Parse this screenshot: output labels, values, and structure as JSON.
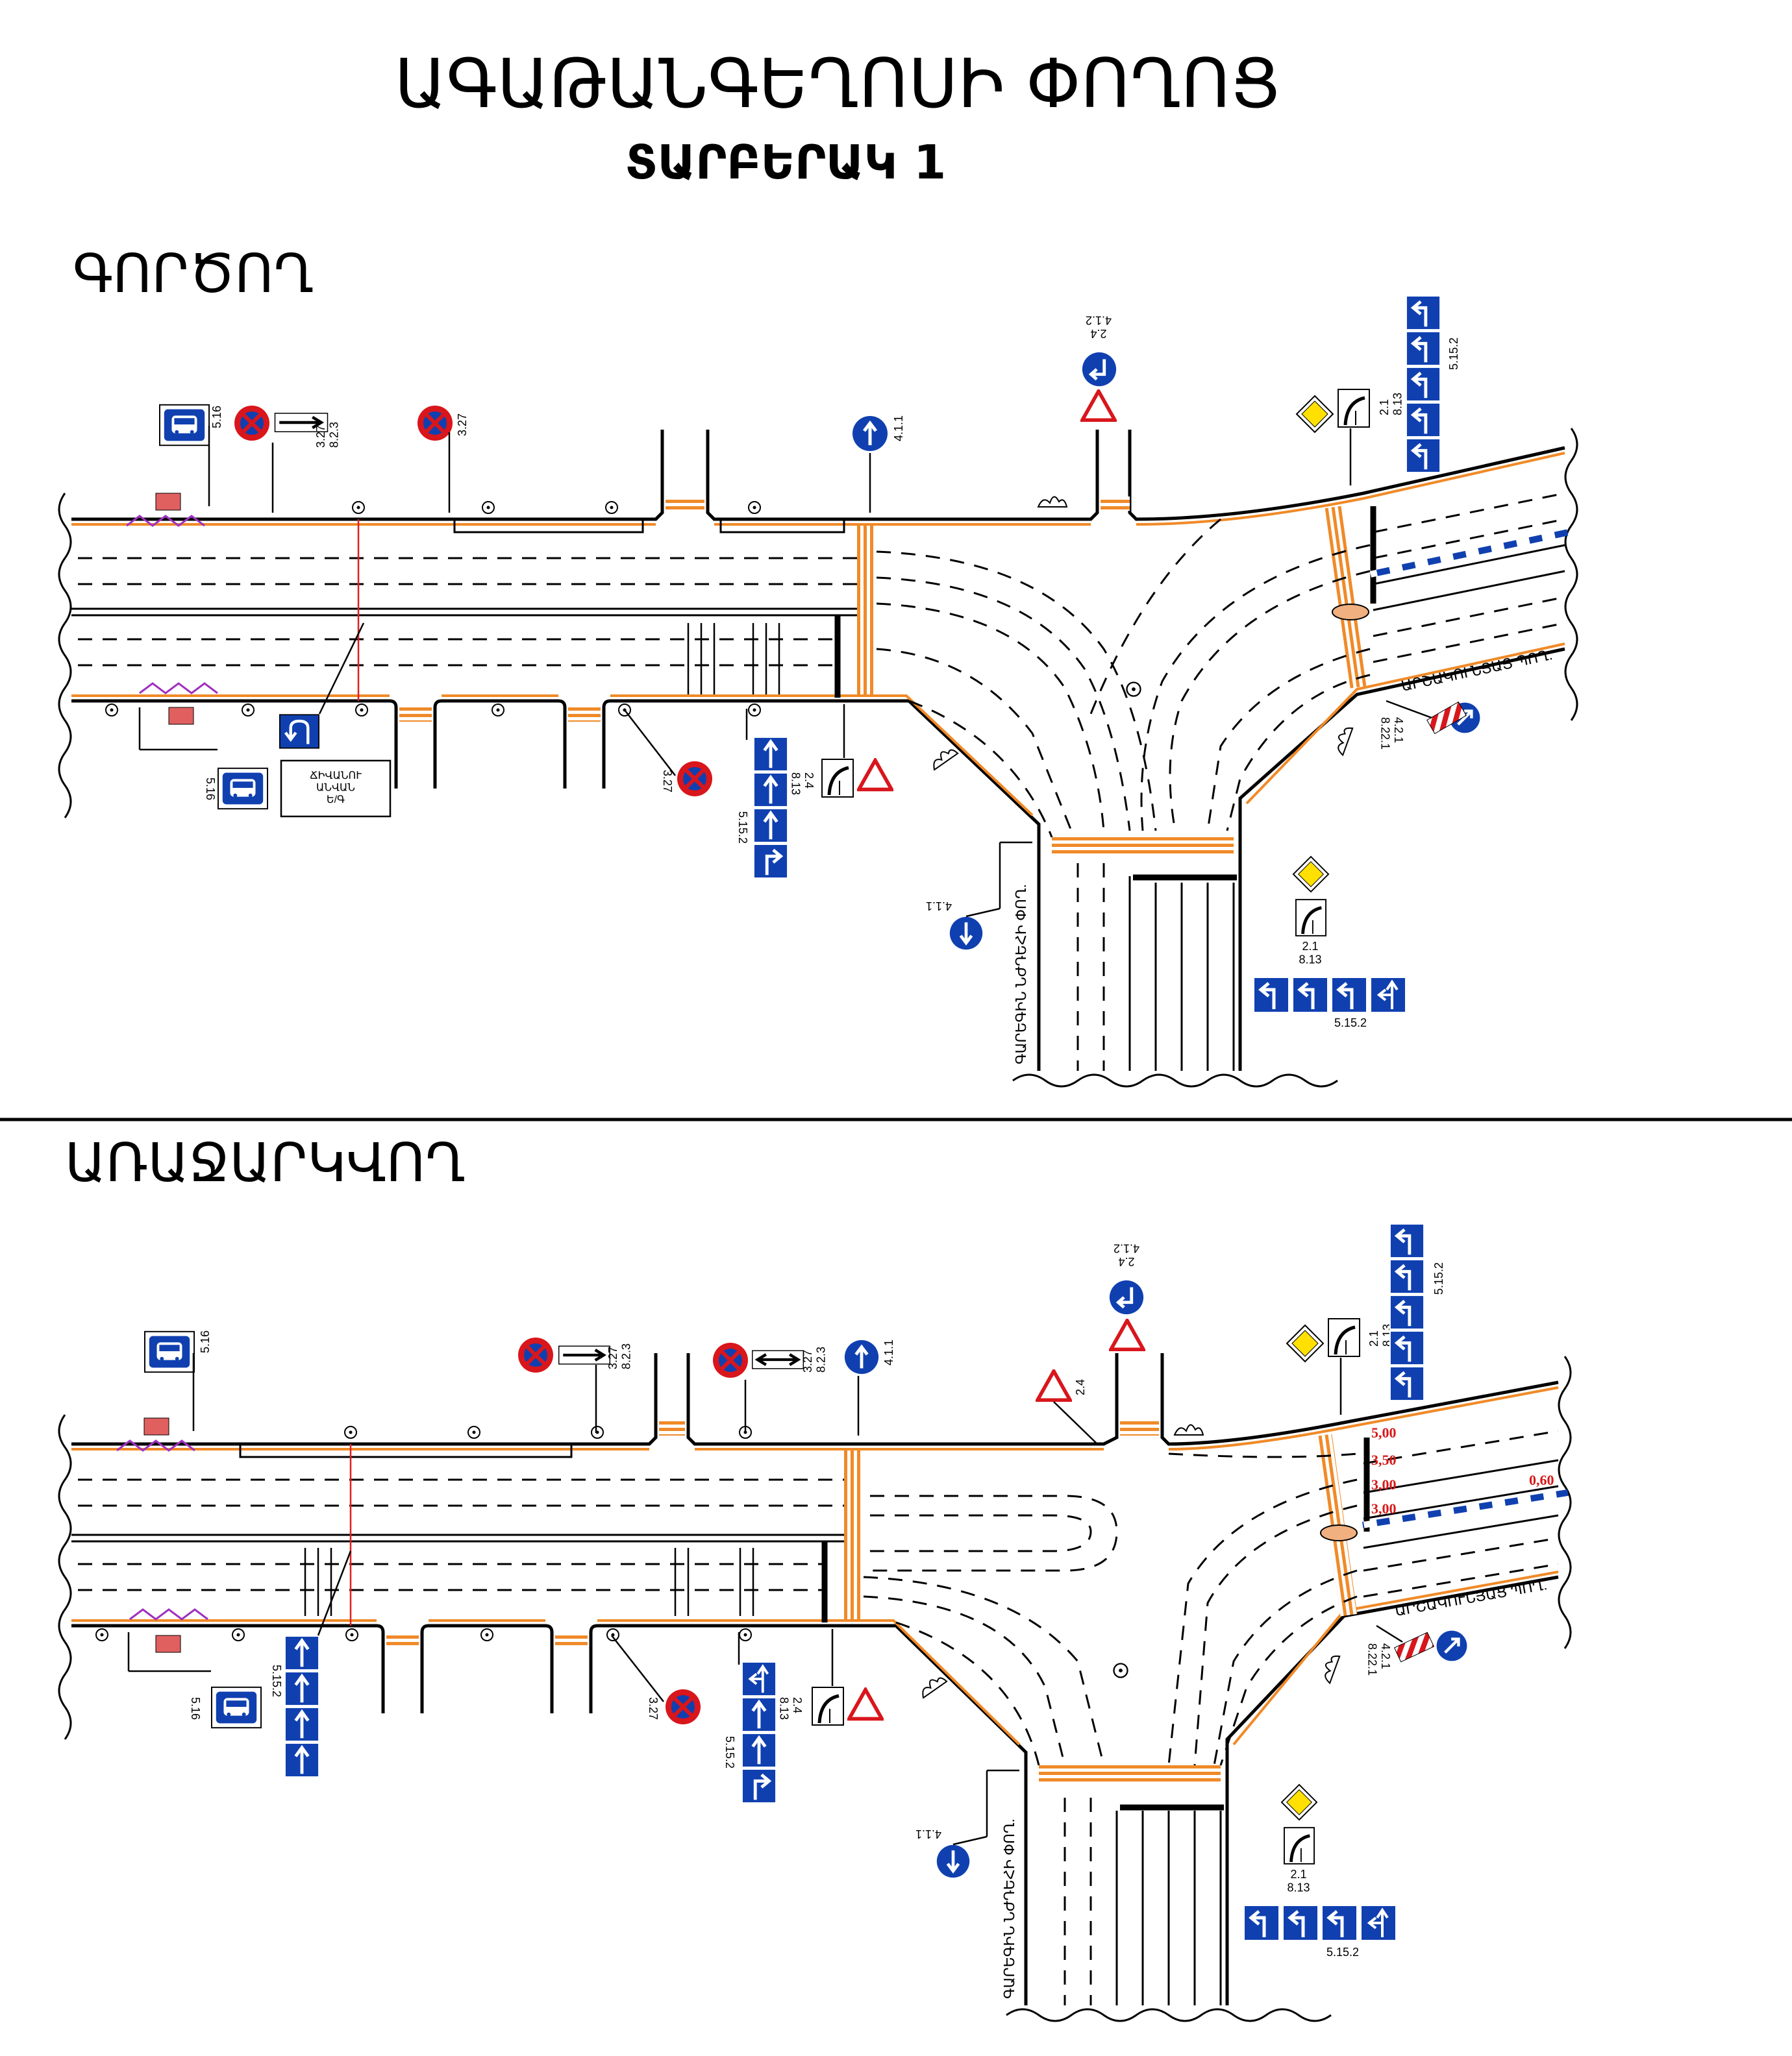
{
  "title": "ԱԳԱԹԱՆԳԵՂՈՍԻ ՓՈՂՈՑ",
  "subtitle": "ՏԱՐԲԵՐԱԿ 1",
  "top": {
    "heading": "ԳՈՐԾՈՂ",
    "sign_codes": {
      "bus_stop_a": "5.16",
      "bus_stop_b": "5.16",
      "no_stop_arrow": "3.27\n8.2.3",
      "no_stop": "3.27",
      "no_stop_south": "3.27",
      "straight_only": "4.1.1",
      "give_way_north": "2.4\n4.1.2",
      "priority_ne": "2.1\n8.13",
      "lanes_ne": "5.15.2",
      "lanes_sw": "5.15.2",
      "give_way_south": "2.4\n8.13",
      "keep_east": "4.2.1\n8.22.1",
      "south_down": "4.1.1",
      "priority_s": "2.1\n8.13",
      "lanes_s": "5.15.2"
    },
    "street_east": "ԱՐՇԱԿՈՒՆՅԱՑ ՊՈՂ.",
    "street_south": "ԳԱՐԵԳԻՆ ՆԺԴԵՀԻ ՓՈՂ.",
    "box_label": "ՃԻՎԱՆՈՒ\nԱՆՎԱՆ\nԵ/Գ"
  },
  "bottom": {
    "heading": "ԱՌԱՋԱՐԿՎՈՂ",
    "sign_codes": {
      "bus_stop_a": "5.16",
      "bus_stop_b": "5.16",
      "no_stop_arrow1": "3.27\n8.2.3",
      "no_stop_arrow2": "3.27\n8.2.3",
      "straight_only": "4.1.1",
      "give_way_north": "2.4\n4.1.2",
      "give_way_mid": "2.4",
      "priority_ne": "2.1\n8.13",
      "lanes_ne": "5.15.2",
      "lanes_w": "5.15.2",
      "lanes_sw": "5.15.2",
      "give_way_south": "2.4\n8.13",
      "no_stop_south": "3.27",
      "keep_east": "4.2.1\n8.22.1",
      "south_down": "4.1.1",
      "priority_s": "2.1\n8.13",
      "lanes_s": "5.15.2"
    },
    "lane_widths": [
      "5,00",
      "3,50",
      "3,00",
      "3,00"
    ],
    "median_width": "0,60",
    "street_east": "ԱՐՇԱԿՈՒՆՅԱՑ ՊՈՂ.",
    "street_south": "ԳԱՐԵԳԻՆ ՆԺԴԵՀԻ ՓՈՂ."
  },
  "colors": {
    "curb": "#f08a28",
    "sign_blue": "#1040b0",
    "sign_red": "#d8161c",
    "width_label_red": "#d81818",
    "crossing": "#f08a28"
  }
}
